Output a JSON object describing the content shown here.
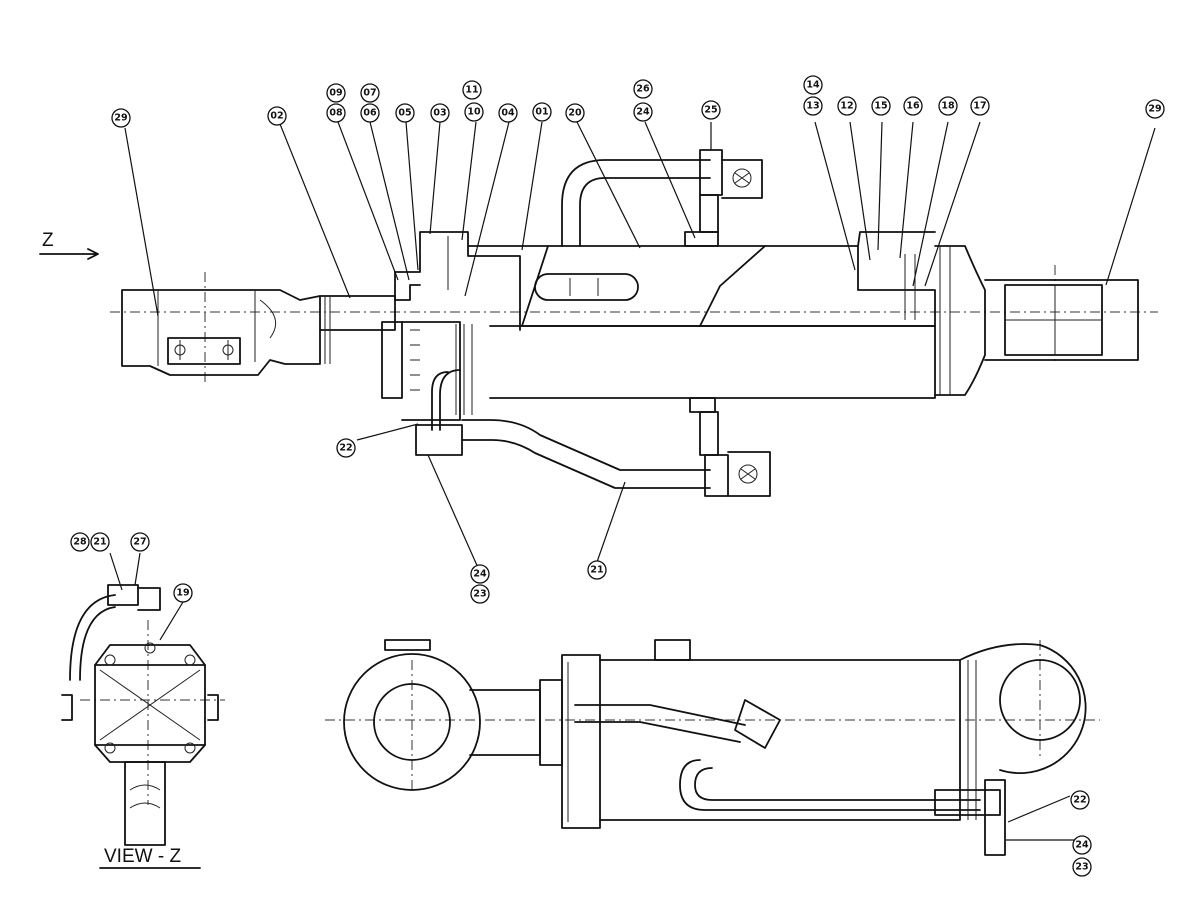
{
  "view_label": "VIEW - Z",
  "view_marker": "Z",
  "part_numbers": {
    "p29_left": "29",
    "p02": "02",
    "p09": "09",
    "p08": "08",
    "p07": "07",
    "p06": "06",
    "p05": "05",
    "p03": "03",
    "p11": "11",
    "p10": "10",
    "p04": "04",
    "p01": "01",
    "p20": "20",
    "p26": "26",
    "p24_top": "24",
    "p25": "25",
    "p14": "14",
    "p13": "13",
    "p12": "12",
    "p15": "15",
    "p16": "16",
    "p18": "18",
    "p17": "17",
    "p29_right": "29",
    "p22_main": "22",
    "p24_mid": "24",
    "p23_mid": "23",
    "p21_main": "21",
    "p28": "28",
    "p21_side": "21",
    "p27": "27",
    "p19": "19",
    "p22_bottom": "22",
    "p24_bottom": "24",
    "p23_bottom": "23"
  }
}
